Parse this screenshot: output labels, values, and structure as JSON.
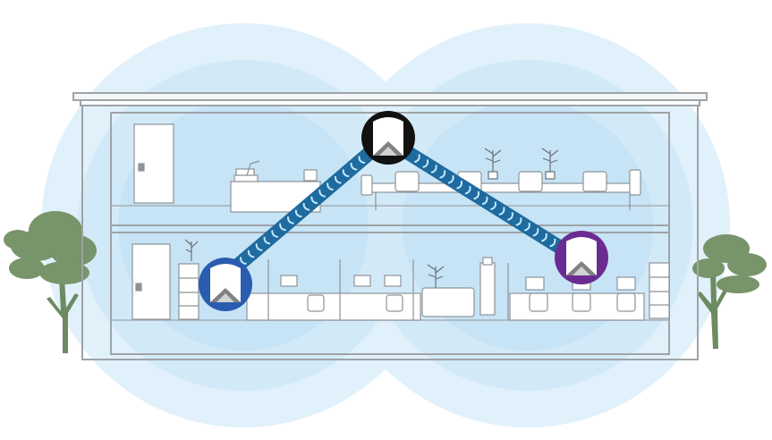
{
  "colors": {
    "wave_outer": "#e1f1fb",
    "wave_mid": "#d2eaf8",
    "wave_inner": "#c6e4f6",
    "building_line": "#9ea3a7",
    "tree": "#78946a",
    "trunk": "#6d8a61",
    "link_fill": "#1f6a9e",
    "link_chevron": "#bfe8ff",
    "router_top": "#111111",
    "router_left": "#2a5db0",
    "router_right": "#6b2c91",
    "router_body": "#ffffff"
  },
  "scene": {
    "floors": [
      "upper-floor",
      "lower-floor"
    ],
    "routers": [
      {
        "id": "router-main",
        "ring": "router_top"
      },
      {
        "id": "satellite-left",
        "ring": "router_left"
      },
      {
        "id": "satellite-right",
        "ring": "router_right"
      }
    ],
    "links": [
      {
        "from": "router-main",
        "to": "satellite-left"
      },
      {
        "from": "router-main",
        "to": "satellite-right"
      }
    ],
    "coverage_zones": 2
  }
}
